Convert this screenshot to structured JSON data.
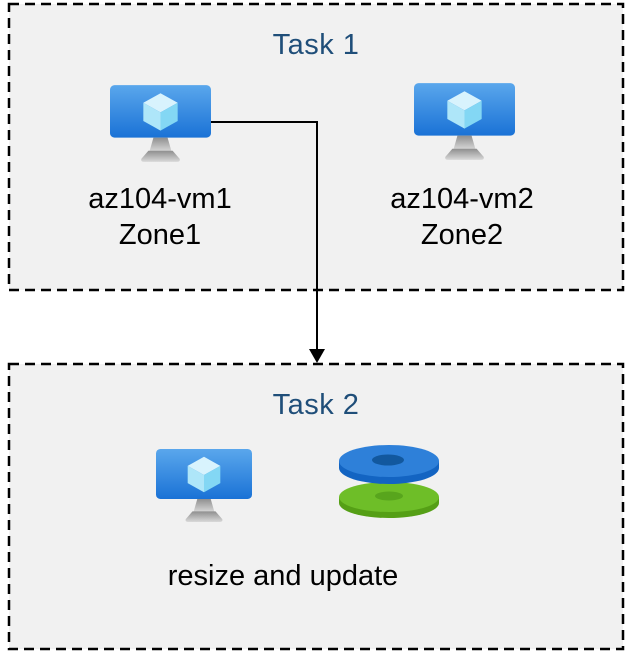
{
  "page": {
    "background": "#ffffff"
  },
  "colors": {
    "box_fill": "#f1f1f1",
    "box_border": "#000000",
    "title_text": "#1f4e79",
    "label_text": "#000000",
    "arrow": "#000000",
    "vm_screen_top": "#5aa7ec",
    "vm_screen_bottom": "#1a72d6",
    "vm_cube_top": "#d8f3fd",
    "vm_cube_left": "#aee6f9",
    "vm_cube_right": "#83d7f4",
    "disk_blue_top": "#2e80d9",
    "disk_blue_side": "#1364c2",
    "disk_blue_hole": "#12589e",
    "disk_green_top": "#6ebe28",
    "disk_green_side": "#559f16",
    "disk_green_hole": "#58a51d"
  },
  "task1": {
    "title": "Task 1",
    "vms": [
      {
        "name": "az104-vm1",
        "zone": "Zone1",
        "icon": "virtual-machine-icon"
      },
      {
        "name": "az104-vm2",
        "zone": "Zone2",
        "icon": "virtual-machine-icon"
      }
    ]
  },
  "task2": {
    "title": "Task 2",
    "caption": "resize and update",
    "icons": [
      "virtual-machine-icon",
      "disks-icon"
    ]
  },
  "arrow": {
    "from": "az104-vm1",
    "to": "Task 2"
  }
}
